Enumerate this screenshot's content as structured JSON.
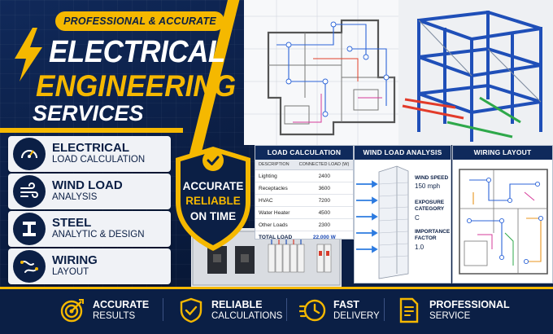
{
  "banner": {
    "pill": "PROFESSIONAL & ACCURATE",
    "title_line1": "ELECTRICAL",
    "title_line2": "ENGINEERING",
    "title_line3": "SERVICES"
  },
  "services": [
    {
      "title": "ELECTRICAL",
      "subtitle": "LOAD CALCULATION",
      "icon": "gauge-icon"
    },
    {
      "title": "WIND LOAD",
      "subtitle": "ANALYSIS",
      "icon": "wind-icon"
    },
    {
      "title": "STEEL",
      "subtitle": "ANALYTIC & DESIGN",
      "icon": "steel-beam-icon"
    },
    {
      "title": "WIRING",
      "subtitle": "LAYOUT",
      "icon": "wiring-icon"
    }
  ],
  "badge": {
    "line1": "ACCURATE",
    "line2": "RELIABLE",
    "line3": "ON TIME",
    "icon": "checkmark-icon"
  },
  "load_calc": {
    "heading": "LOAD CALCULATION",
    "col1": "DESCRIPTION",
    "col2": "CONNECTED LOAD (W)",
    "rows": [
      {
        "desc": "Lighting",
        "load": "2400"
      },
      {
        "desc": "Receptacles",
        "load": "3600"
      },
      {
        "desc": "HVAC",
        "load": "7200"
      },
      {
        "desc": "Water Heater",
        "load": "4500"
      },
      {
        "desc": "Other Loads",
        "load": "2300"
      }
    ],
    "total_label": "TOTAL LOAD",
    "total_value": "22,000 W"
  },
  "wind_load": {
    "heading": "WIND LOAD ANALYSIS",
    "speed_label": "WIND SPEED",
    "speed_value": "150 mph",
    "exposure_label_1": "EXPOSURE",
    "exposure_label_2": "CATEGORY",
    "exposure_value": "C",
    "importance_label_1": "IMPORTANCE",
    "importance_label_2": "FACTOR",
    "importance_value": "1.0"
  },
  "wiring": {
    "heading": "WIRING LAYOUT"
  },
  "bottom": [
    {
      "title": "ACCURATE",
      "subtitle": "RESULTS",
      "icon": "target-icon"
    },
    {
      "title": "RELIABLE",
      "subtitle": "CALCULATIONS",
      "icon": "shield-check-icon"
    },
    {
      "title": "FAST",
      "subtitle": "DELIVERY",
      "icon": "clock-icon"
    },
    {
      "title": "PROFESSIONAL",
      "subtitle": "SERVICE",
      "icon": "document-icon"
    }
  ],
  "colors": {
    "navy": "#0b1f45",
    "accent_yellow": "#f5b800",
    "blueprint_blue": "#1a49b5"
  }
}
